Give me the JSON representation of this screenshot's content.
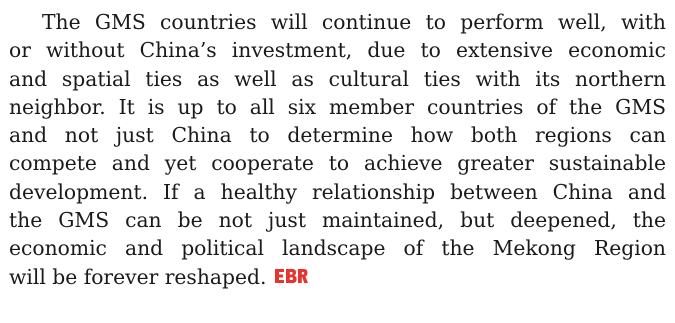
{
  "article": {
    "lines": [
      "The GMS countries will continue to perform well, with",
      "or without China’s investment, due to extensive economic",
      "and spatial ties as well as cultural ties with its northern",
      "neighbor. It is up to all six member countries of the GMS",
      "and not just China to determine how both regions can",
      "compete and yet cooperate to achieve greater sustainable",
      "development. If a healthy relationship between China and",
      "the GMS can be not just maintained, but deepened, the",
      "economic and political landscape of the Mekong Region",
      "will be forever reshaped."
    ]
  },
  "end_mark": {
    "icon": "ebr-logo-icon",
    "label": "EBR",
    "color": "#e8332e"
  }
}
